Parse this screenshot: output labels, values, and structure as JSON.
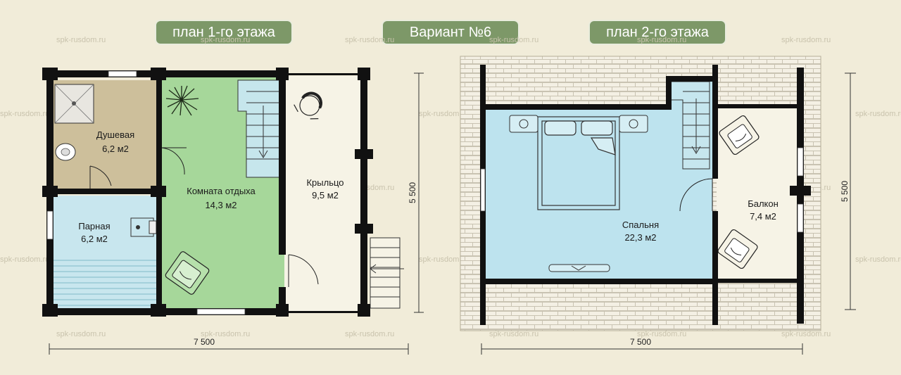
{
  "headers": {
    "plan1": "план 1-го этажа",
    "variant": "Вариант №6",
    "plan2": "план 2-го этажа"
  },
  "watermark": "spk-rusdom.ru",
  "plan1": {
    "rooms": {
      "shower": {
        "name": "Душевая",
        "area": "6,2 м2"
      },
      "steam": {
        "name": "Парная",
        "area": "6,2 м2"
      },
      "rest": {
        "name": "Комната отдыха",
        "area": "14,3 м2"
      },
      "porch": {
        "name": "Крыльцо",
        "area": "9,5 м2"
      }
    },
    "dim_width": "7 500",
    "dim_height": "5 500"
  },
  "plan2": {
    "rooms": {
      "bedroom": {
        "name": "Спальня",
        "area": "22,3 м2"
      },
      "balcony": {
        "name": "Балкон",
        "area": "7,4 м2"
      }
    },
    "dim_width": "7 500",
    "dim_height": "5 500"
  },
  "colors": {
    "background": "#f1ecd9",
    "header_pill": "#7d9868",
    "shower": "#cdbf9b",
    "steam": "#c8e6ee",
    "rest": "#a6d79a",
    "bedroom": "#bde3ee",
    "wall": "#111111"
  }
}
